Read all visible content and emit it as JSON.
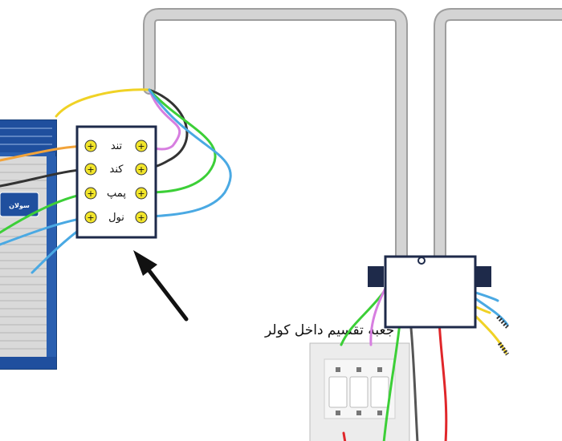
{
  "box_labels": {
    "row1": "تند",
    "row2": "کند",
    "row3": "پمپ",
    "row4": "نول"
  },
  "terminal_symbol": "+",
  "caption": "جعبه تقسیم داخل کولر",
  "cooler_brand": "سولان",
  "colors": {
    "yellow": "#f0d225",
    "black": "#333333",
    "green": "#3ccf37",
    "blue": "#4aa9e3",
    "orange": "#f2a33a",
    "violet": "#d77ee0",
    "red": "#e0262a",
    "conduit": "#c9c9c9",
    "cooler": "#1f4f9e"
  }
}
